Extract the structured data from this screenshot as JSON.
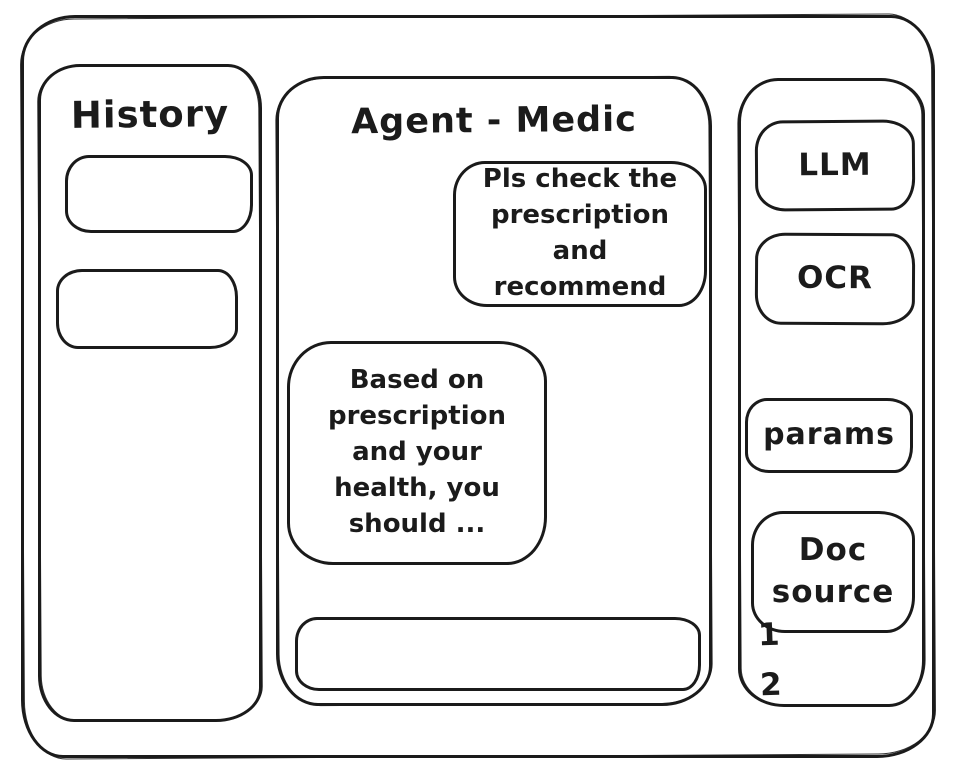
{
  "window": {
    "background_color": "#ffffff",
    "stroke_color": "#1b1b1b"
  },
  "history_panel": {
    "title": "History",
    "items": [
      {
        "label": ""
      },
      {
        "label": ""
      }
    ]
  },
  "chat_panel": {
    "title": "Agent - Medic",
    "messages": [
      {
        "role": "user",
        "text": "Pls check the prescription and recommend"
      },
      {
        "role": "assistant",
        "text": "Based on prescription and your health, you should ..."
      }
    ],
    "input": {
      "value": "",
      "placeholder": ""
    }
  },
  "tools_panel": {
    "buttons": [
      {
        "label": "LLM"
      },
      {
        "label": "OCR"
      },
      {
        "label": "params"
      },
      {
        "label": "Doc source"
      }
    ],
    "source_items": [
      "1",
      "2"
    ]
  }
}
